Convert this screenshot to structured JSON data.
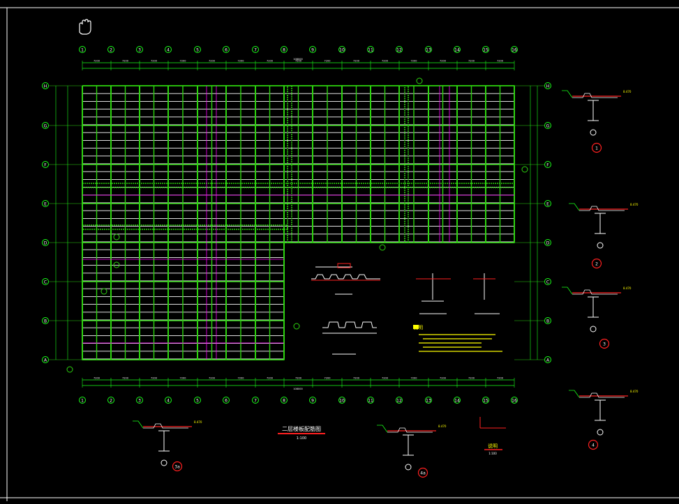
{
  "drawing": {
    "title": "二层楼板配筋图",
    "title_scale": "1:100",
    "legend_title": "说明",
    "legend_scale": "1:100"
  },
  "grid": {
    "top_labels": [
      "1",
      "2",
      "3",
      "4",
      "5",
      "6",
      "7",
      "8",
      "9",
      "10",
      "11",
      "12",
      "13",
      "14",
      "15",
      "16"
    ],
    "bottom_labels": [
      "1",
      "2",
      "3",
      "4",
      "5",
      "6",
      "7",
      "8",
      "9",
      "10",
      "11",
      "12",
      "13",
      "14",
      "15",
      "16"
    ],
    "row_labels": [
      "H",
      "G",
      "F",
      "E",
      "D",
      "C",
      "B",
      "A"
    ],
    "span_dims": [
      "7200",
      "7200",
      "7200",
      "7200",
      "7200",
      "7200",
      "7200",
      "7200",
      "7200",
      "7200",
      "7200",
      "7200",
      "7200",
      "7200",
      "7200"
    ],
    "overall_dim": "108000"
  },
  "details": [
    {
      "label": "1",
      "elev": "8.470"
    },
    {
      "label": "2",
      "elev": "8.470"
    },
    {
      "label": "3",
      "elev": "8.470"
    },
    {
      "label": "4",
      "elev": "8.470"
    },
    {
      "label": "3a",
      "elev": "8.470"
    },
    {
      "label": "4a",
      "elev": "8.470"
    }
  ],
  "notes_title": "说明",
  "colors": {
    "background": "#000000",
    "grid_green": "#2dd40f",
    "axis_green": "#19ff19",
    "magenta": "#ff00ff",
    "white": "#ffffff",
    "yellow": "#ffff00",
    "red": "#ff2020",
    "cyan": "#00ffff"
  },
  "icons": [
    "pan-hand-icon"
  ]
}
